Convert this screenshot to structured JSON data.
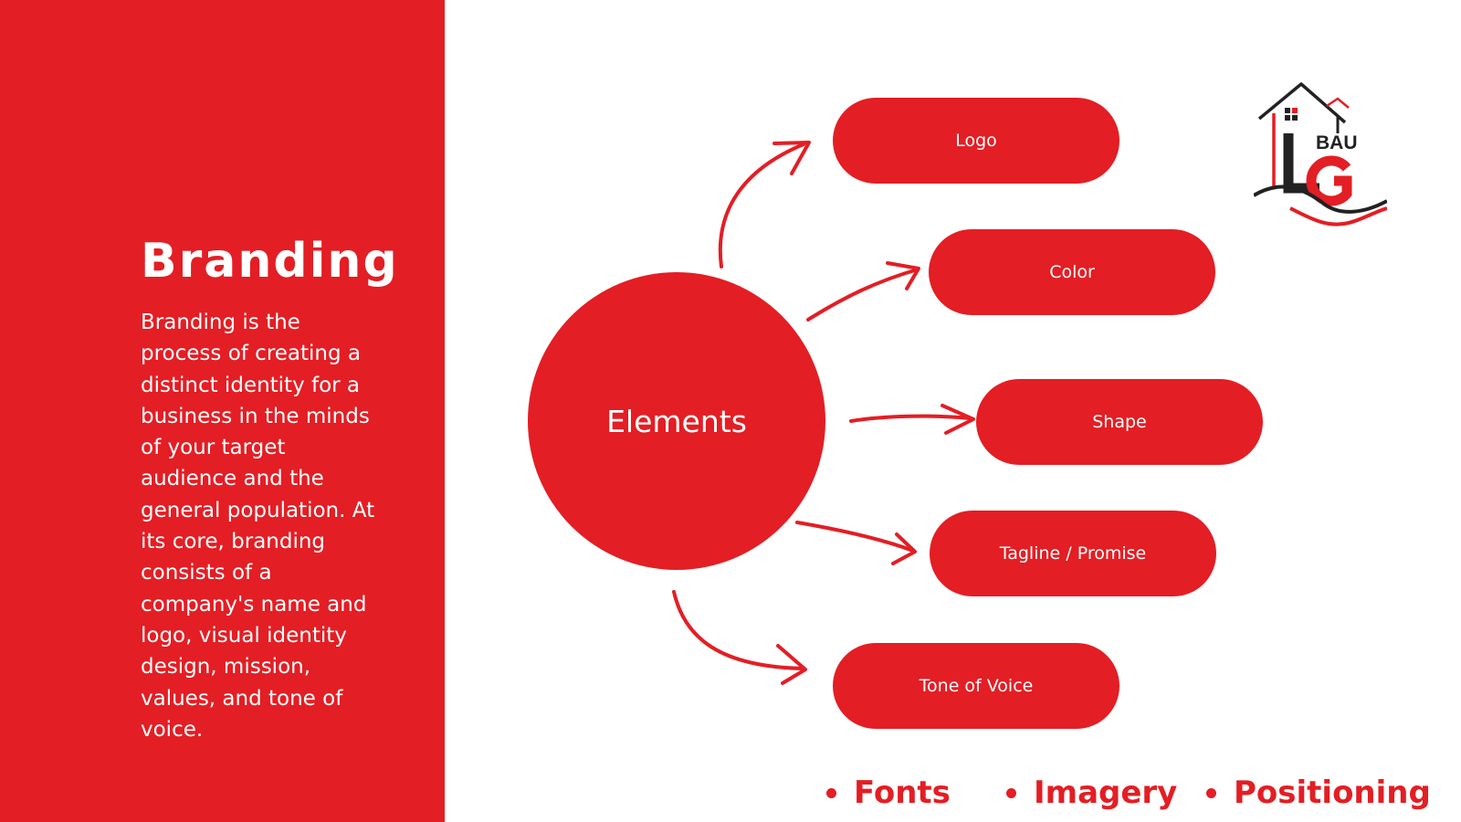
{
  "left_panel": {
    "title": "Branding",
    "description": "Branding is the process of creating a distinct identity for a business in the minds of your target audience and the general population. At its core, branding consists of a company's name and logo, visual identity design, mission, values, and tone of voice."
  },
  "diagram": {
    "center": "Elements",
    "nodes": [
      {
        "label": "Logo"
      },
      {
        "label": "Color"
      },
      {
        "label": "Shape"
      },
      {
        "label": "Tagline / Promise"
      },
      {
        "label": "Tone of Voice"
      }
    ]
  },
  "bullets": [
    "Fonts",
    "Imagery",
    "Positioning"
  ],
  "logo": {
    "text_top": "BAU",
    "text_amp": "&"
  },
  "colors": {
    "brand_red": "#e31e24",
    "white": "#ffffff",
    "dark": "#222222"
  }
}
